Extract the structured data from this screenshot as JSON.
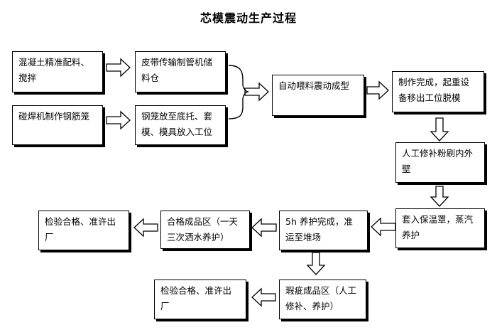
{
  "title": "芯模震动生产过程",
  "steps": {
    "s1": "混凝土精准配料、搅拌",
    "s2": "碰焊机制作钢筋笼",
    "s3": "皮带传输制管机储料仓",
    "s4": "钢笼放至底托、套模、模具放入工位",
    "s5": "自动喂料震动成型",
    "s6": "制作完成，起重设备移出工位脱模",
    "s7": "人工修补粉刷内外壁",
    "s8": "套入保温罩，蒸汽养护",
    "s9": "5h 养护完成，准运至堆场",
    "s10": "合格成品区（一天三次洒水养护）",
    "s11": "检验合格、准许出厂",
    "s12": "瑕疵成品区（人工修补、养护）",
    "s13": "检验合格、准许出厂"
  }
}
